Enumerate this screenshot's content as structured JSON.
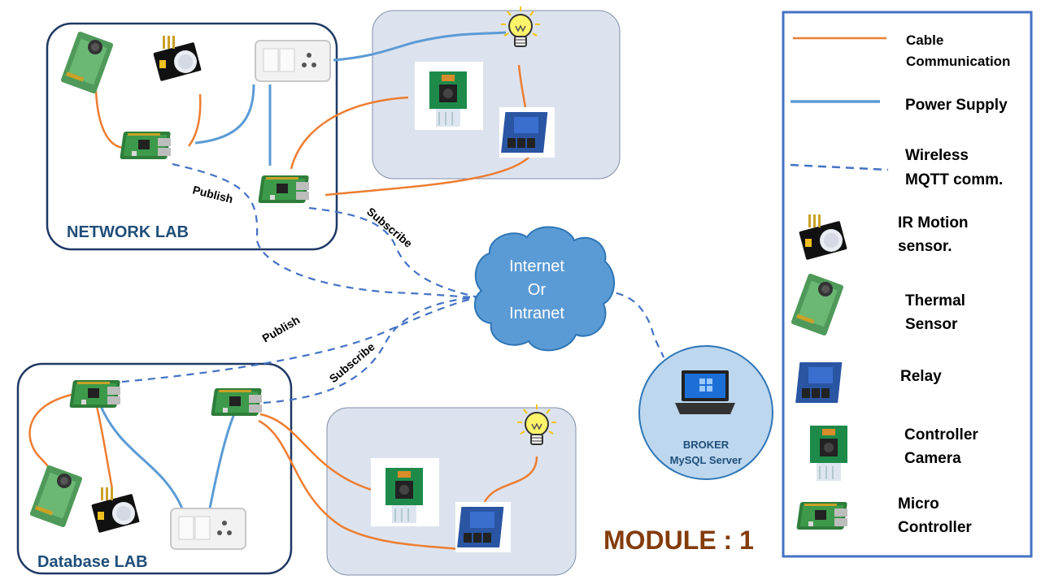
{
  "labs": {
    "network": "NETWORK LAB",
    "database": "Database LAB"
  },
  "edges": {
    "publish_top": "Publish",
    "subscribe_top": "Subscribe",
    "publish_bottom": "Publish",
    "subscribe_bottom": "Subscribe"
  },
  "cloud": {
    "line1": "Internet",
    "line2": "Or",
    "line3": "Intranet"
  },
  "broker": {
    "line1": "BROKER",
    "line2": "MySQL Server"
  },
  "module_title": "MODULE : 1",
  "legend": {
    "cable": [
      "Cable",
      "Communication"
    ],
    "power": [
      "Power Supply"
    ],
    "wireless": [
      "Wireless",
      "MQTT comm."
    ],
    "ir": [
      "IR Motion",
      "sensor."
    ],
    "thermal": [
      "Thermal",
      "Sensor"
    ],
    "relay": [
      "Relay"
    ],
    "camera": [
      "Controller",
      "Camera"
    ],
    "micro": [
      "Micro",
      "Controller"
    ]
  },
  "colors": {
    "cable": "#ed7d31",
    "power": "#5b9bd5",
    "wireless": "#4472c4",
    "lab_border": "#1f3864",
    "room_fill": "#dde3ee",
    "cloud_fill": "#5b9bd5",
    "broker_fill": "#bdd7ee",
    "legend_border": "#4472c4",
    "module_text": "#843c0c"
  }
}
